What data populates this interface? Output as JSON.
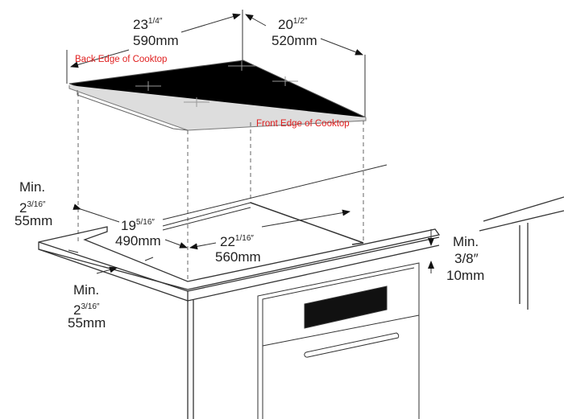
{
  "labels": {
    "back_edge": "Back Edge of Cooktop",
    "front_edge": "Front Edge of Cooktop"
  },
  "dimensions": {
    "cooktop_width": {
      "inch_whole": "23",
      "inch_frac": "1/4″",
      "mm": "590mm"
    },
    "cooktop_depth": {
      "inch_whole": "20",
      "inch_frac": "1/2″",
      "mm": "520mm"
    },
    "cutout_depth": {
      "inch_whole": "19",
      "inch_frac": "5/16″",
      "mm": "490mm"
    },
    "cutout_width": {
      "inch_whole": "22",
      "inch_frac": "1/16″",
      "mm": "560mm"
    },
    "min_back": {
      "min": "Min.",
      "inch_whole": "2",
      "inch_frac": "3/16″",
      "mm": "55mm"
    },
    "min_front": {
      "min": "Min.",
      "inch_whole": "2",
      "inch_frac": "3/16″",
      "mm": "55mm"
    },
    "min_clearance": {
      "min": "Min.",
      "inch": "3/8″",
      "mm": "10mm"
    }
  },
  "colors": {
    "line": "#222222",
    "cooktop": "#000000",
    "label": "#e02020"
  }
}
